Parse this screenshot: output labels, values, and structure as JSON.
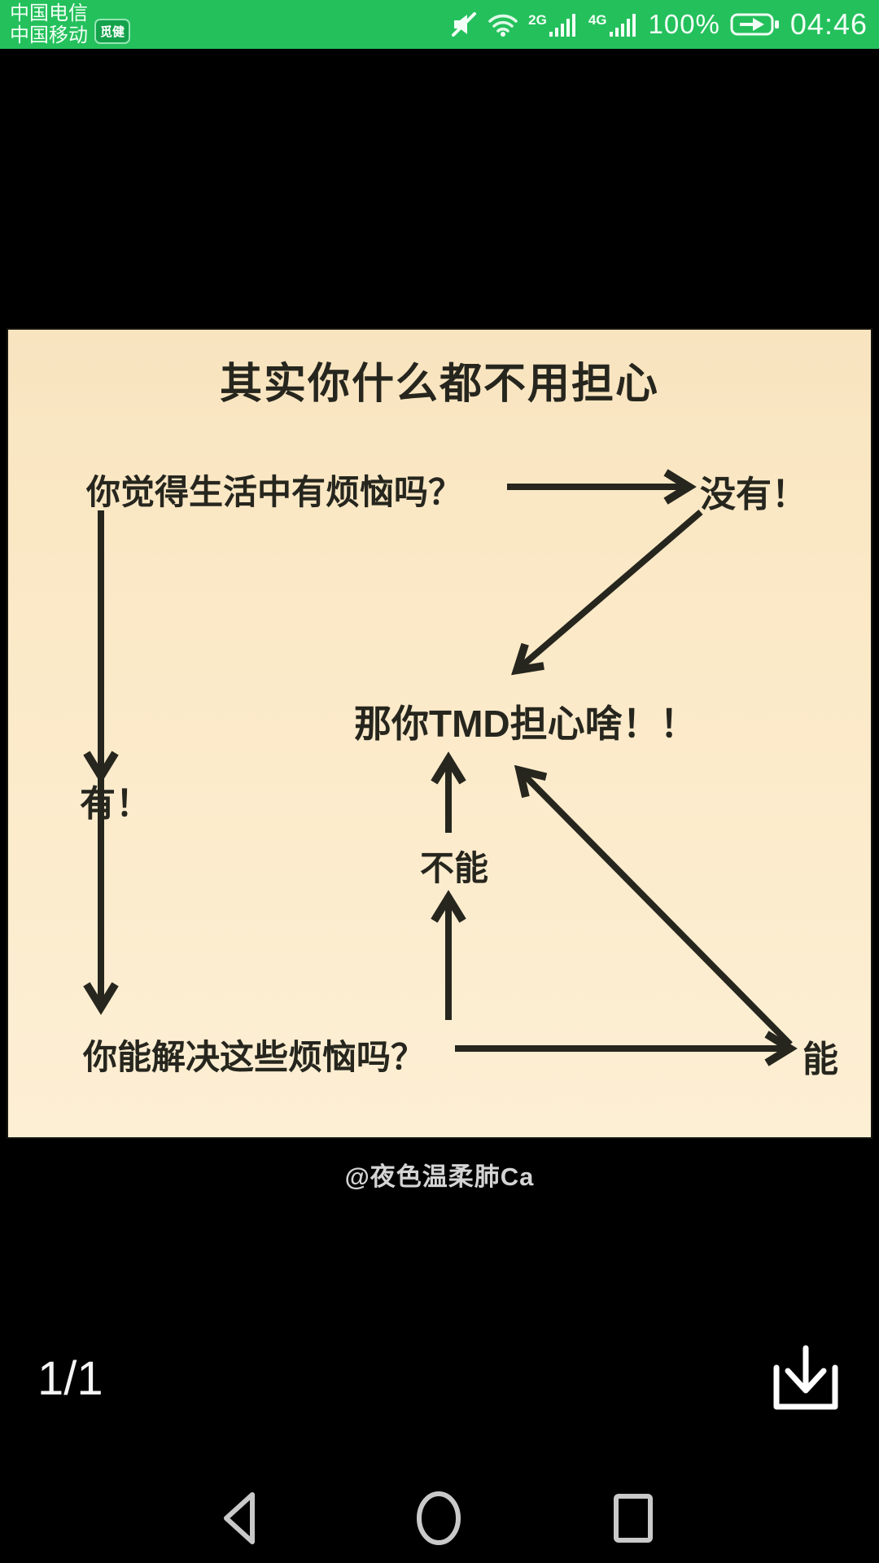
{
  "status_bar": {
    "carrier_line1": "中国电信",
    "carrier_line2": "中国移动",
    "badge_label": "觅健",
    "signal_2g_label": "2G",
    "signal_4g_label": "4G",
    "battery_percent": "100%",
    "time": "04:46",
    "icons": [
      "mute-icon",
      "wifi-icon",
      "signal-bars-2g",
      "signal-bars-4g",
      "battery-charging-icon"
    ]
  },
  "meme": {
    "title": "其实你什么都不用担心",
    "question_1": "你觉得生活中有烦恼吗？",
    "answer_no": "没有！",
    "answer_yes": "有！",
    "conclusion": "那你TMD担心啥！！",
    "question_2": "你能解决这些烦恼吗？",
    "answer_cannot": "不能",
    "answer_can": "能",
    "credit": "@夜色温柔肺Ca",
    "edges": [
      {
        "from": "question_1",
        "to": "answer_no",
        "direction": "right"
      },
      {
        "from": "answer_no",
        "to": "conclusion",
        "direction": "down-left"
      },
      {
        "from": "question_1",
        "to": "question_2",
        "label": "有！",
        "direction": "down"
      },
      {
        "from": "question_2",
        "to": "conclusion",
        "label": "不能",
        "direction": "up"
      },
      {
        "from": "question_2",
        "to": "answer_can",
        "direction": "right"
      },
      {
        "from": "answer_can",
        "to": "conclusion",
        "direction": "up-left"
      }
    ]
  },
  "viewer": {
    "page_indicator": "1/1",
    "download_icon": "download-icon"
  },
  "nav_bar": {
    "icons": [
      "back-icon",
      "home-icon",
      "recents-icon"
    ]
  },
  "colors": {
    "status_bar_green": "#24c05c",
    "meme_paper": "#fbe9c7",
    "meme_ink": "#26261e",
    "background": "#000000",
    "nav_icon_gray": "#c9c9c9"
  }
}
